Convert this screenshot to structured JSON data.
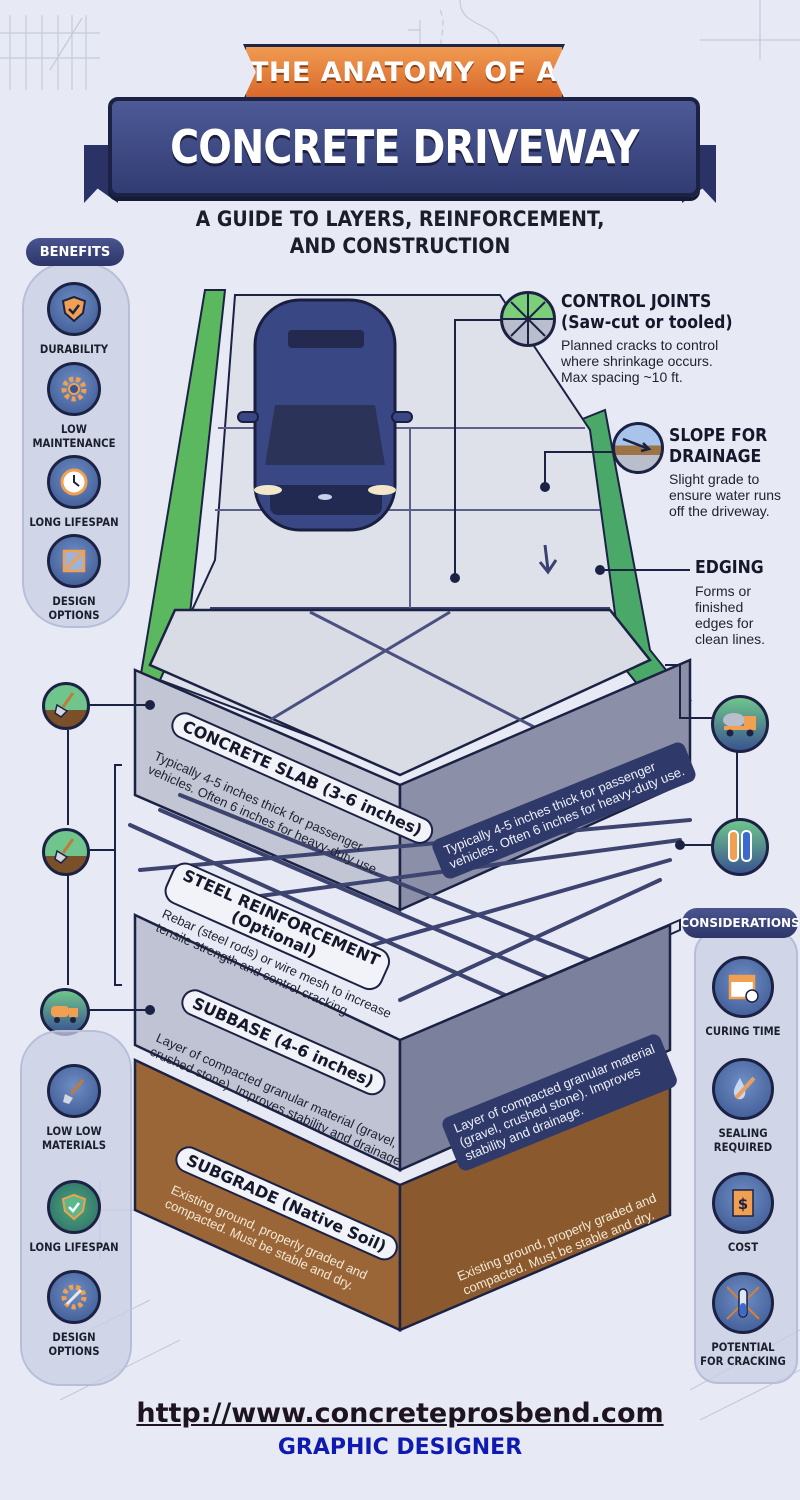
{
  "header": {
    "kicker": "THE ANATOMY OF A",
    "title": "CONCRETE DRIVEWAY",
    "subtitle_line1": "A GUIDE TO LAYERS, REINFORCEMENT,",
    "subtitle_line2": "AND CONSTRUCTION"
  },
  "colors": {
    "navy": "#2e3668",
    "orange": "#e07a36",
    "grass": "#5cb85c",
    "soil": "#8a5a2e",
    "concrete": "#c9ccd8",
    "footer_blue": "#0f1ab0"
  },
  "benefits": {
    "heading": "BENEFITS",
    "items": [
      {
        "label_1": "DURABILITY",
        "label_2": "",
        "icon": "shield-check-icon"
      },
      {
        "label_1": "LOW",
        "label_2": "MAINTENANCE",
        "icon": "gear-icon"
      },
      {
        "label_1": "LONG LIFESPAN",
        "label_2": "",
        "icon": "clock-icon"
      },
      {
        "label_1": "DESIGN",
        "label_2": "OPTIONS",
        "icon": "blueprint-icon"
      }
    ]
  },
  "callouts": {
    "control_joints": {
      "title_1": "CONTROL JOINTS",
      "title_2": "(Saw-cut or tooled)",
      "text_1": "Planned cracks to control",
      "text_2": "where shrinkage occurs.",
      "text_3": "Max spacing ~10 ft."
    },
    "slope": {
      "title_1": "SLOPE FOR",
      "title_2": "DRAINAGE",
      "text_1": "Slight grade to",
      "text_2": "ensure water runs",
      "text_3": "off the driveway."
    },
    "edging": {
      "title": "EDGING",
      "text_1": "Forms or",
      "text_2": "finished",
      "text_3": "edges for",
      "text_4": "clean lines."
    }
  },
  "layers": {
    "slab": {
      "title": "CONCRETE SLAB (3-6 inches)",
      "text_1": "Typically 4-5 inches thick for passenger",
      "text_2": "vehicles. Often 6 inches for heavy-duty use."
    },
    "steel": {
      "title_1": "STEEL REINFORCEMENT",
      "title_2": "(Optional)",
      "text_1": "Rebar (steel rods) or wire mesh to increase",
      "text_2": "tensile strength and control cracking."
    },
    "subbase": {
      "title": "SUBBASE (4-6 inches)",
      "text_1": "Layer of compacted granular material (gravel,",
      "text_2": "crushed stone). Improves stability and drainage.",
      "side_1": "Layer of compacted granular material",
      "side_2": "(gravel, crushed stone). Improves",
      "side_3": "stability and drainage."
    },
    "subgrade": {
      "title": "SUBGRADE (Native Soil)",
      "text_1": "Existing ground, properly graded and",
      "text_2": "compacted. Must be stable and dry."
    }
  },
  "left_process": {
    "icons": [
      "shovel-icon",
      "shovel-icon",
      "mixer-truck-icon"
    ],
    "items": [
      {
        "label_1": "LOW LOW",
        "label_2": "MATERIALS",
        "icon": "shovel-dig-icon"
      },
      {
        "label_1": "LONG LIFESPAN",
        "label_2": "",
        "icon": "shield-check-icon"
      },
      {
        "label_1": "DESIGN",
        "label_2": "OPTIONS",
        "icon": "gear-pen-icon"
      }
    ]
  },
  "right_process": {
    "icons": [
      "mixer-truck-icon",
      "test-tubes-icon"
    ]
  },
  "considerations": {
    "heading": "CONSIDERATIONS",
    "items": [
      {
        "label_1": "CURING TIME",
        "label_2": "",
        "icon": "calendar-clock-icon"
      },
      {
        "label_1": "SEALING",
        "label_2": "REQUIRED",
        "icon": "sealant-drop-icon"
      },
      {
        "label_1": "COST",
        "label_2": "",
        "icon": "dollar-document-icon"
      },
      {
        "label_1": "POTENTIAL",
        "label_2": "FOR CRACKING",
        "icon": "cracking-test-tube-icon"
      }
    ]
  },
  "footer": {
    "url": "http://www.concreteprosbend.com",
    "role": "GRAPHIC DESIGNER"
  }
}
